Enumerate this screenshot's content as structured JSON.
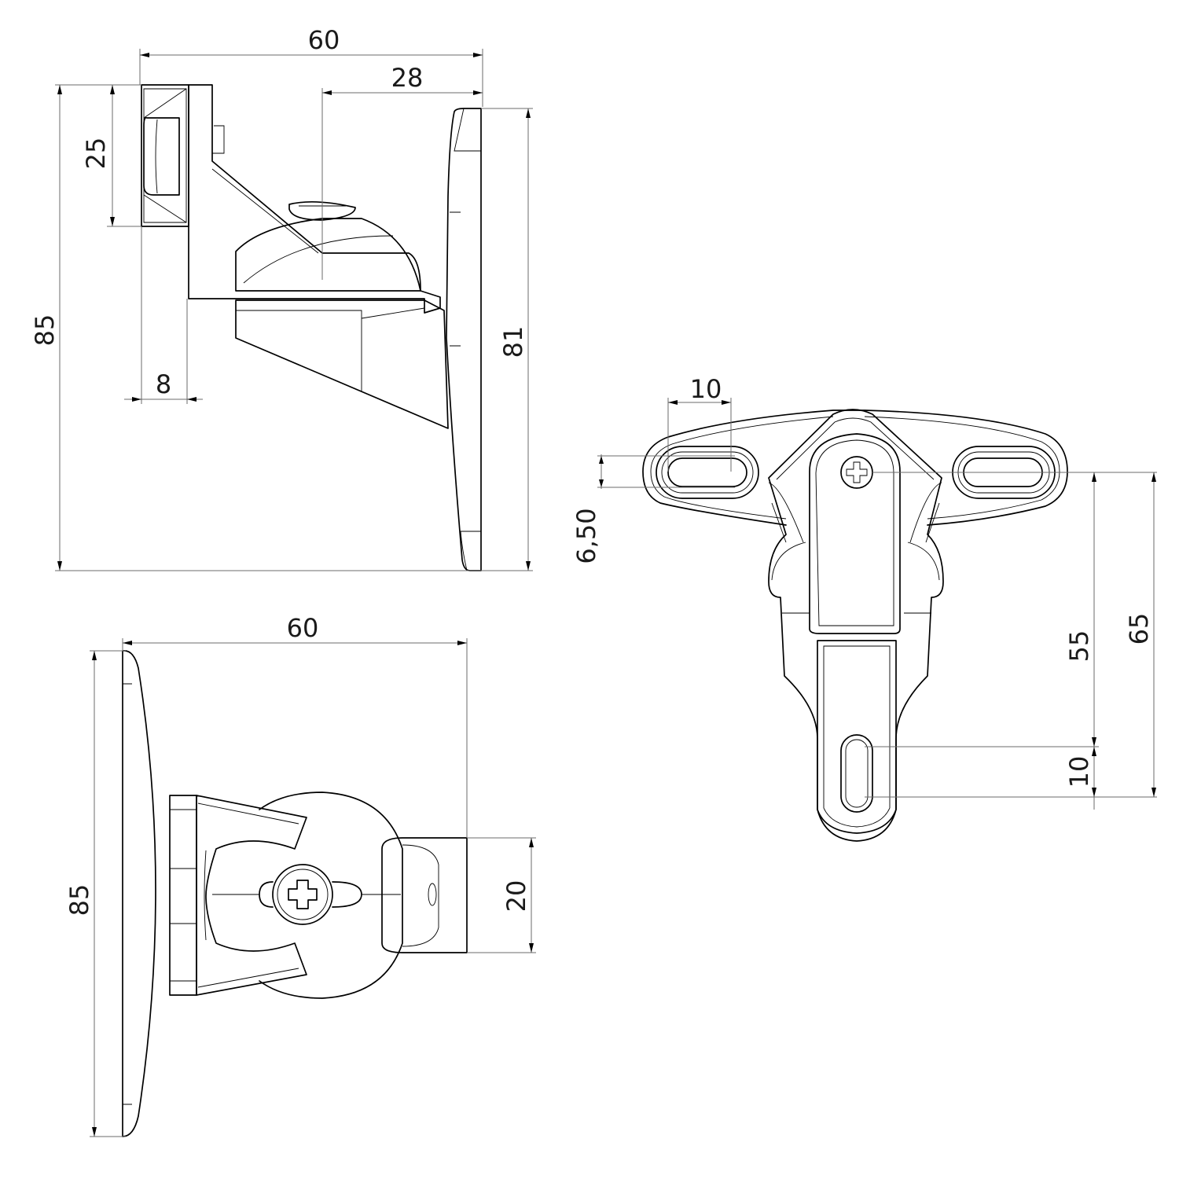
{
  "side_view": {
    "width": "60",
    "head_offset": "28",
    "plate_height": "25",
    "total_height": "85",
    "base_height": "81",
    "plate_thickness": "8"
  },
  "top_view": {
    "width": "60",
    "height": "85",
    "arm_width": "20"
  },
  "front_view": {
    "slot_length": "10",
    "slot_width": "6,50",
    "slot_distance": "55",
    "total_length": "65",
    "bottom_slot_length": "10"
  }
}
